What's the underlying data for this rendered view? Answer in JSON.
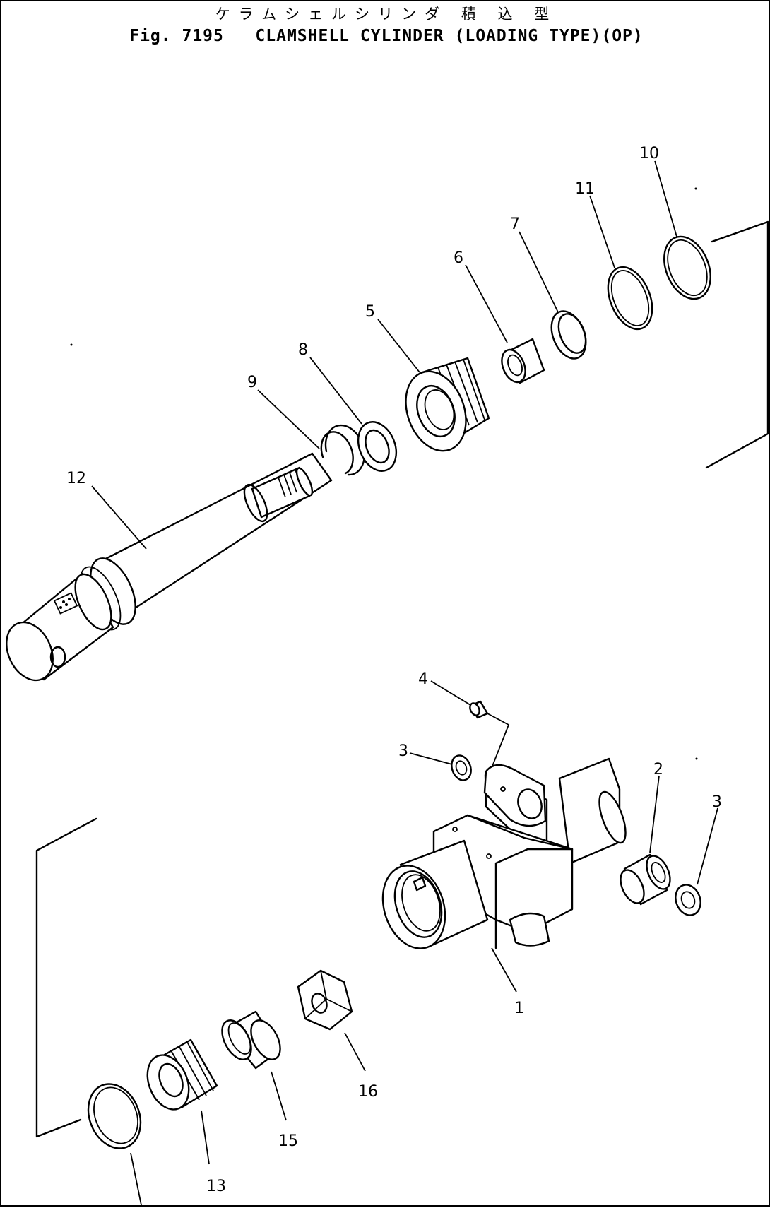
{
  "title_japanese": "ケラムシェルシリンダ 積 込 型",
  "title": "Fig. 7195   CLAMSHELL CYLINDER (LOADING TYPE)(OP)",
  "callouts": {
    "c1": "1",
    "c2": "2",
    "c3a": "3",
    "c3b": "3",
    "c4": "4",
    "c5": "5",
    "c6": "6",
    "c7": "7",
    "c8": "8",
    "c9": "9",
    "c10": "10",
    "c11": "11",
    "c12": "12",
    "c13": "13",
    "c15": "15",
    "c16": "16"
  }
}
